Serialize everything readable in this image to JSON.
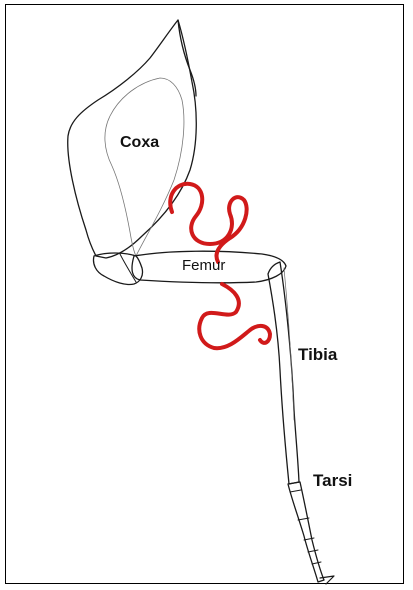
{
  "labels": {
    "coxa": "Coxa",
    "femur": "Femur",
    "tibia": "Tibia",
    "tarsi": "Tarsi"
  },
  "colors": {
    "outline": "#1a1a1a",
    "annotation_curve": "#d11a1a"
  }
}
